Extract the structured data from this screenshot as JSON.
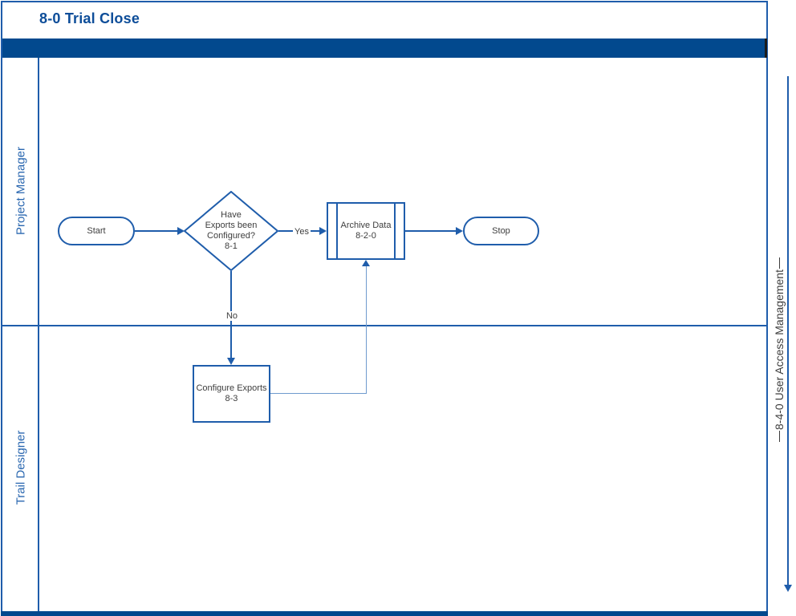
{
  "header": {
    "title": "8-0 Trial Close"
  },
  "lanes": [
    {
      "label": "Project Manager"
    },
    {
      "label": "Trail Designer"
    }
  ],
  "nodes": {
    "start": {
      "label": "Start",
      "shape": "terminator"
    },
    "decision": {
      "label": "Have\nExports been\nConfigured?\n8-1",
      "shape": "decision"
    },
    "archive": {
      "label": "Archive Data\n8-2-0",
      "shape": "predefined-process"
    },
    "configure": {
      "label": "Configure Exports\n8-3",
      "shape": "process"
    },
    "stop": {
      "label": "Stop",
      "shape": "terminator"
    }
  },
  "edges": {
    "yes_label": "Yes",
    "no_label": "No"
  },
  "annotation": {
    "label": "8-4-0 User Access Management"
  },
  "colors": {
    "line_blue": "#1f5dab",
    "header_bar": "#02498e",
    "title_text": "#0d4d99",
    "lane_label_text": "#2a67b0",
    "node_text": "#3d3d3d",
    "light_connector": "#6f9bce"
  }
}
